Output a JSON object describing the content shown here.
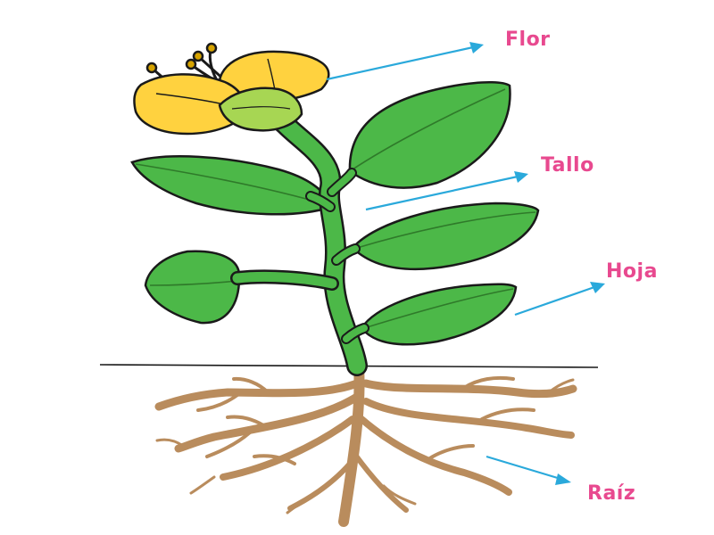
{
  "diagram": {
    "labels": {
      "flower": "Flor",
      "stem": "Tallo",
      "leaf": "Hoja",
      "root": "Raíz"
    }
  },
  "colors": {
    "label": "#e8498f",
    "arrow": "#2aa9db",
    "leaf": "#4cb848",
    "petal": "#ffd23f",
    "sepal": "#a7d653",
    "root": "#b98c5d",
    "outline": "#1a1a1a"
  }
}
